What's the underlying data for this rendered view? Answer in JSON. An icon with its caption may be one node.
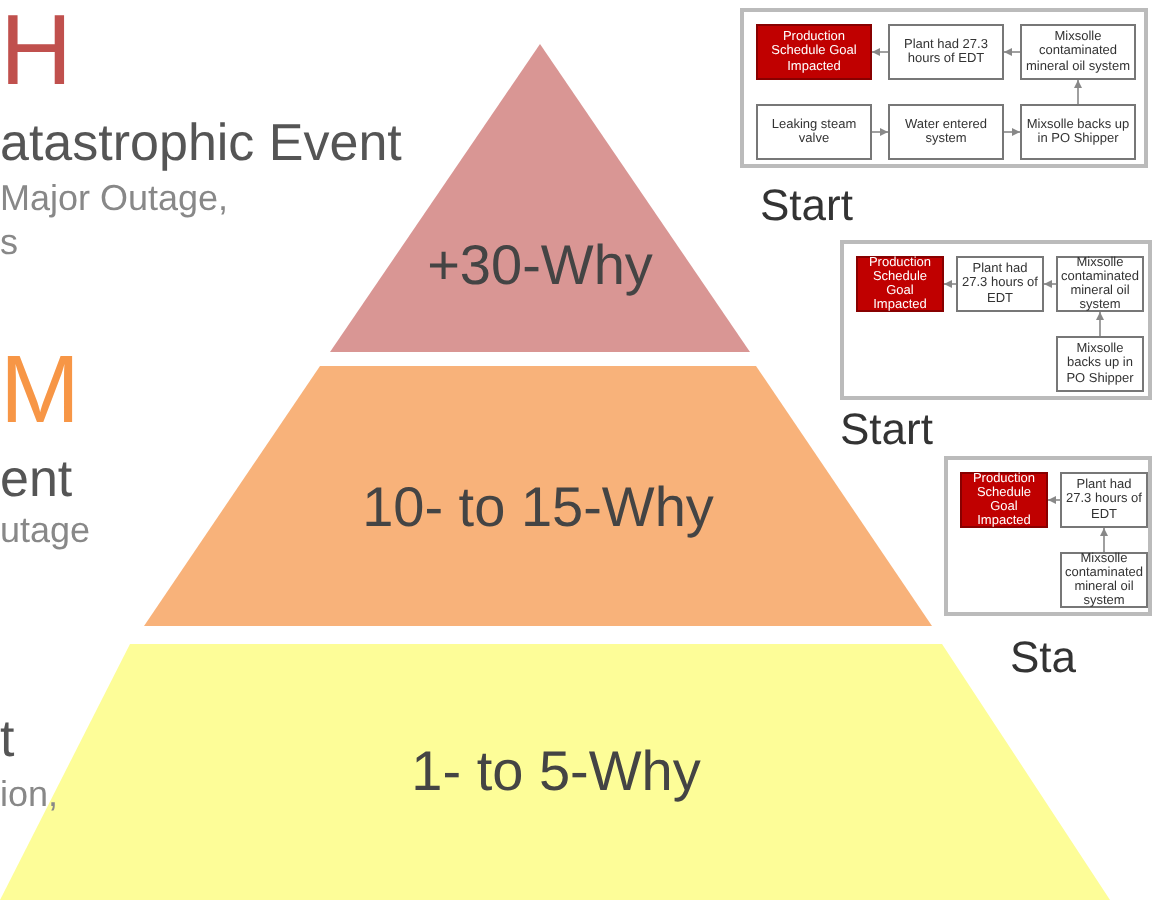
{
  "diagram": {
    "nodes": [
      {
        "text": [
          "+30-Why"
        ]
      },
      {
        "text": [
          "10- to 15-Why"
        ]
      },
      {
        "text": [
          "1- to 5-Why"
        ]
      },
      {
        "text": [],
        "shape": "box"
      },
      {
        "text": [
          "Production Schedule Goal Impacted"
        ],
        "in": 3
      },
      {
        "text": [
          "Plant had 27.3 hours of EDT"
        ],
        "in": 3
      },
      {
        "text": [
          "Mixsolle contaminated mineral oil system"
        ],
        "in": 3
      },
      {
        "text": [
          "Mixsolle backs up in PO Shipper"
        ],
        "in": 3
      },
      {
        "text": [
          "Water entered system"
        ],
        "in": 3
      },
      {
        "text": [
          "Leaking steam valve"
        ],
        "in": 3
      },
      {
        "text": [],
        "shape": "box"
      },
      {
        "text": [
          "Production Schedule Goal Impacted"
        ],
        "in": 10
      },
      {
        "text": [
          "Plant had 27.3 hours of EDT"
        ],
        "in": 10
      },
      {
        "text": [
          "Mixsolle contaminated mineral oil system"
        ],
        "in": 10
      },
      {
        "text": [
          "Mixsolle backs up in PO Shipper"
        ],
        "in": 10
      },
      {
        "text": [],
        "shape": "box"
      },
      {
        "text": [
          "Production Schedule Goal Impacted"
        ],
        "in": 15
      },
      {
        "text": [
          "Plant had 27.3 hours of EDT"
        ],
        "in": 15
      },
      {
        "text": [
          "Mixsolle contaminated mineral oil system"
        ],
        "in": 15
      }
    ],
    "edges": [
      {
        "from": 5,
        "to": 4,
        "arrow": "to"
      },
      {
        "from": 6,
        "to": 5,
        "arrow": "to"
      },
      {
        "from": 7,
        "to": 6,
        "arrow": "to"
      },
      {
        "from": 8,
        "to": 7,
        "arrow": "to"
      },
      {
        "from": 9,
        "to": 8,
        "arrow": "to"
      },
      {
        "from": 12,
        "to": 11,
        "arrow": "to"
      },
      {
        "from": 13,
        "to": 12,
        "arrow": "to"
      },
      {
        "from": 14,
        "to": 13,
        "arrow": "to"
      },
      {
        "from": 17,
        "to": 16,
        "arrow": "to"
      },
      {
        "from": 18,
        "to": 17,
        "arrow": "to"
      }
    ],
    "labels": [
      "H",
      "atastrophic Event",
      "Major Outage,",
      "s",
      "Start",
      "M",
      "Start",
      "ent",
      "utage",
      "t",
      "Sta",
      "ion,"
    ]
  }
}
